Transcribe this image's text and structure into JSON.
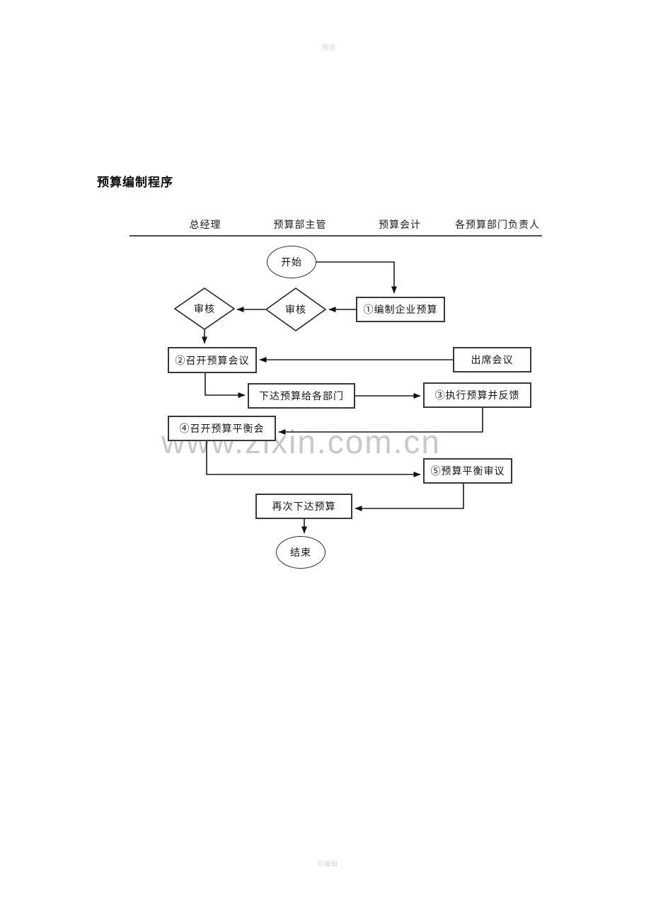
{
  "title": "预算编制程序",
  "marks": {
    "top": "精选",
    "bottom": "可编辑"
  },
  "watermark_text": "www.zixin.com.cn",
  "lanes": [
    {
      "label": "总经理"
    },
    {
      "label": "预算部主管"
    },
    {
      "label": "预算会计"
    },
    {
      "label": "各预算部门负责人"
    }
  ],
  "nodes": {
    "start": {
      "label": "开始",
      "type": "terminator"
    },
    "step1": {
      "label": "①编制企业预算",
      "type": "process"
    },
    "review_supervisor": {
      "label": "审核",
      "type": "decision"
    },
    "review_gm": {
      "label": "审核",
      "type": "decision"
    },
    "step2": {
      "label": "②召开预算会议",
      "type": "process"
    },
    "attend": {
      "label": "出席会议",
      "type": "process"
    },
    "issue": {
      "label": "下达预算给各部门",
      "type": "process"
    },
    "step3": {
      "label": "③执行预算并反馈",
      "type": "process"
    },
    "step4": {
      "label": "④召开预算平衡会",
      "type": "process"
    },
    "step5": {
      "label": "⑤预算平衡审议",
      "type": "process"
    },
    "reissue": {
      "label": "再次下达预算",
      "type": "process"
    },
    "end": {
      "label": "结束",
      "type": "terminator"
    }
  },
  "colors": {
    "line": "#1a1a1a",
    "box_border": "#383838",
    "watermark": "#c9c9c9",
    "text": "#111111"
  }
}
